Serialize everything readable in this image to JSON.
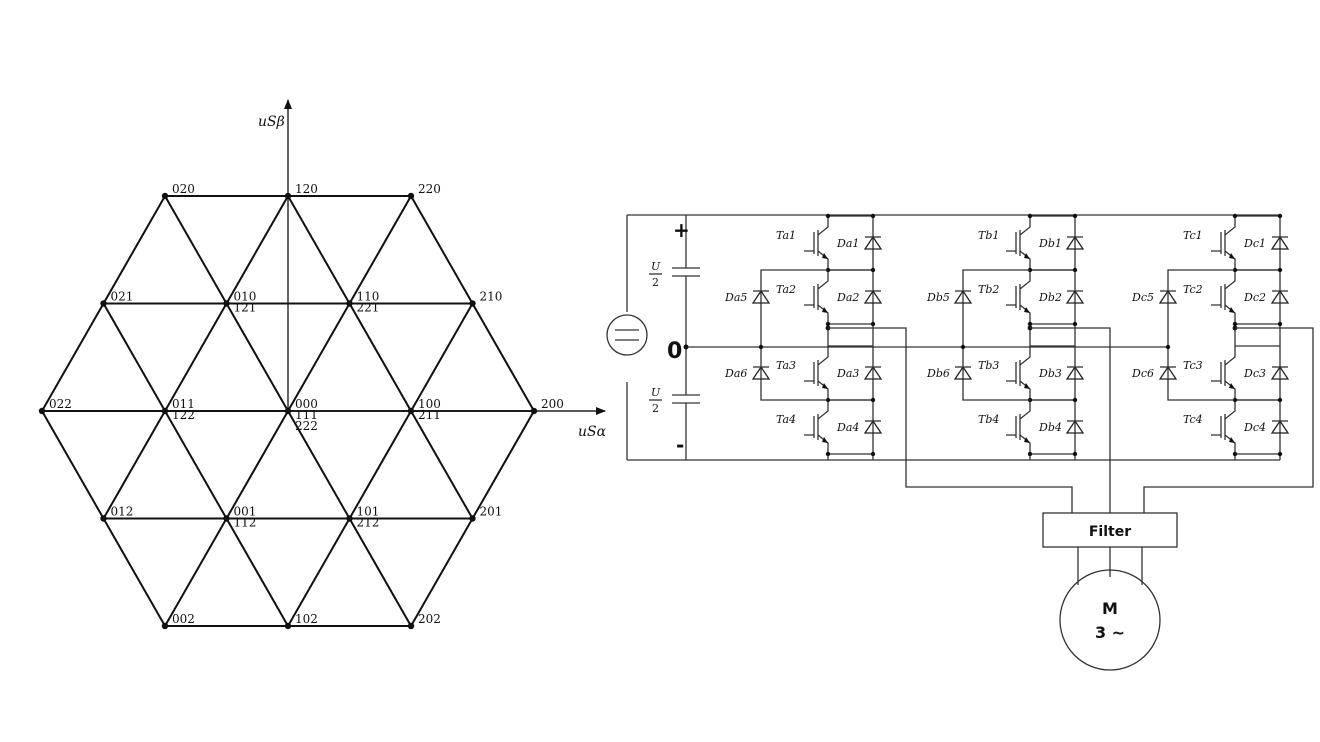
{
  "vector_diagram": {
    "axis_alpha": "uSα",
    "axis_beta": "uSβ",
    "vectors": [
      {
        "q": 0,
        "r": -2,
        "labels": [
          "020"
        ]
      },
      {
        "q": 1,
        "r": -2,
        "labels": [
          "120"
        ]
      },
      {
        "q": 2,
        "r": -2,
        "labels": [
          "220"
        ]
      },
      {
        "q": -1,
        "r": -1,
        "labels": [
          "021"
        ]
      },
      {
        "q": 0,
        "r": -1,
        "labels": [
          "010",
          "121"
        ]
      },
      {
        "q": 1,
        "r": -1,
        "labels": [
          "110",
          "221"
        ]
      },
      {
        "q": 2,
        "r": -1,
        "labels": [
          "210"
        ]
      },
      {
        "q": -2,
        "r": 0,
        "labels": [
          "022"
        ]
      },
      {
        "q": -1,
        "r": 0,
        "labels": [
          "011",
          "122"
        ]
      },
      {
        "q": 0,
        "r": 0,
        "labels": [
          "000",
          "111",
          "222"
        ]
      },
      {
        "q": 1,
        "r": 0,
        "labels": [
          "100",
          "211"
        ]
      },
      {
        "q": 2,
        "r": 0,
        "labels": [
          "200"
        ]
      },
      {
        "q": -2,
        "r": 1,
        "labels": [
          "012"
        ]
      },
      {
        "q": -1,
        "r": 1,
        "labels": [
          "001",
          "112"
        ]
      },
      {
        "q": 0,
        "r": 1,
        "labels": [
          "101",
          "212"
        ]
      },
      {
        "q": 1,
        "r": 1,
        "labels": [
          "201"
        ]
      },
      {
        "q": -2,
        "r": 2,
        "labels": [
          "002"
        ]
      },
      {
        "q": -1,
        "r": 2,
        "labels": [
          "102"
        ]
      },
      {
        "q": 0,
        "r": 2,
        "labels": [
          "202"
        ]
      }
    ]
  },
  "circuit": {
    "plus_sign": "+",
    "minus_sign": "-",
    "neutral_label": "0",
    "cap_label_num": "U",
    "cap_label_den": "2",
    "filter_label": "Filter",
    "motor_line1": "M",
    "motor_line2": "3 ~",
    "legs": [
      {
        "T": [
          "Ta1",
          "Ta2",
          "Ta3",
          "Ta4"
        ],
        "D": [
          "Da1",
          "Da2",
          "Da3",
          "Da4"
        ],
        "Dclamp": [
          "Da5",
          "Da6"
        ]
      },
      {
        "T": [
          "Tb1",
          "Tb2",
          "Tb3",
          "Tb4"
        ],
        "D": [
          "Db1",
          "Db2",
          "Db3",
          "Db4"
        ],
        "Dclamp": [
          "Db5",
          "Db6"
        ]
      },
      {
        "T": [
          "Tc1",
          "Tc2",
          "Tc3",
          "Tc4"
        ],
        "D": [
          "Dc1",
          "Dc2",
          "Dc3",
          "Dc4"
        ],
        "Dclamp": [
          "Dc5",
          "Dc6"
        ]
      }
    ]
  }
}
